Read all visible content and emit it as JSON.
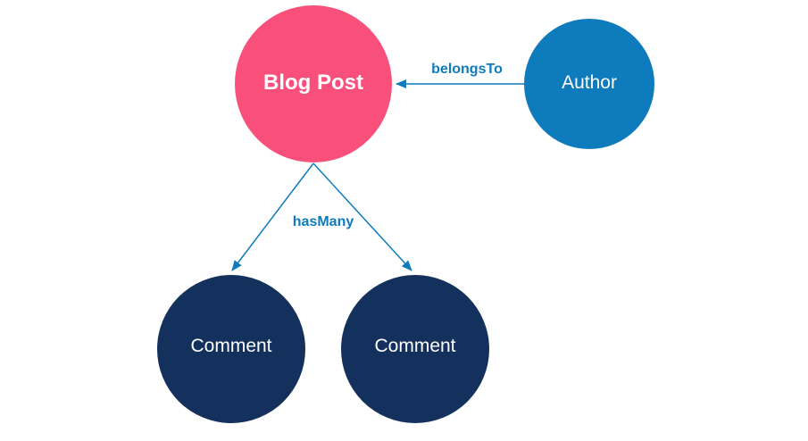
{
  "nodes": {
    "blog_post": {
      "label": "Blog Post",
      "color": "#f9507b"
    },
    "author": {
      "label": "Author",
      "color": "#0e7bbc"
    },
    "comment_1": {
      "label": "Comment",
      "color": "#14305c"
    },
    "comment_2": {
      "label": "Comment",
      "color": "#14305c"
    }
  },
  "edges": {
    "belongs_to": {
      "label": "belongsTo"
    },
    "has_many": {
      "label": "hasMany"
    }
  },
  "colors": {
    "edge": "#0e7bbc"
  }
}
